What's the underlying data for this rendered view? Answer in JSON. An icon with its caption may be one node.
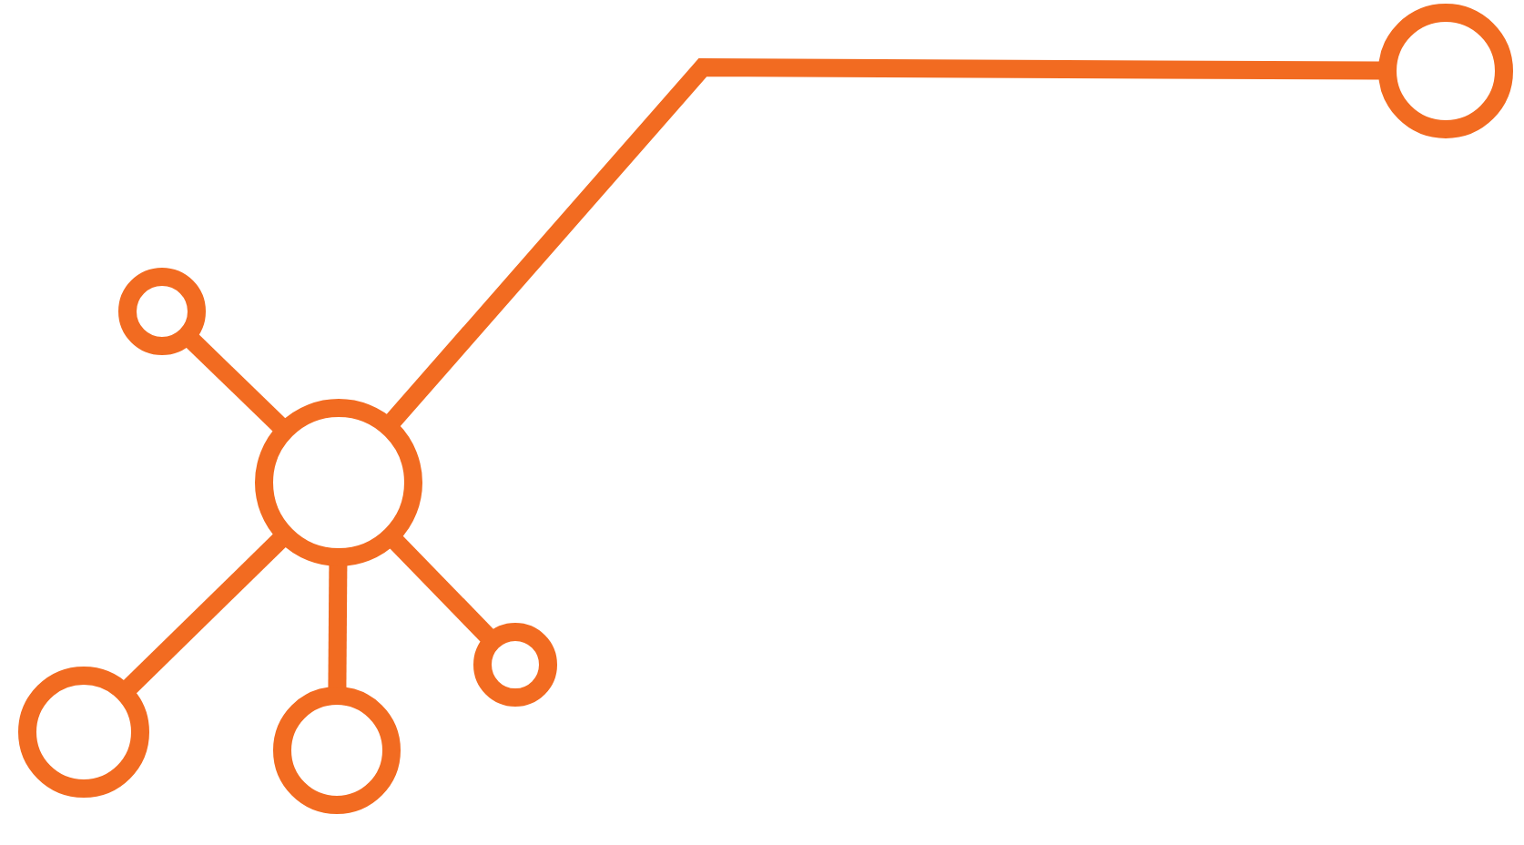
{
  "diagram": {
    "nodes": [
      {
        "text": [],
        "shape": "circle"
      },
      {
        "text": [],
        "shape": "circle"
      },
      {
        "text": [],
        "shape": "circle"
      },
      {
        "text": [],
        "shape": "circle"
      },
      {
        "text": [],
        "shape": "circle"
      },
      {
        "text": [],
        "shape": "circle"
      }
    ],
    "edges": [
      {
        "from": 2,
        "to": 0,
        "arrow": "none"
      },
      {
        "from": 2,
        "to": 1,
        "arrow": "none"
      },
      {
        "from": 2,
        "to": 3,
        "arrow": "none"
      },
      {
        "from": 2,
        "to": 4,
        "arrow": "none"
      },
      {
        "from": 2,
        "to": 5,
        "arrow": "none"
      }
    ]
  }
}
